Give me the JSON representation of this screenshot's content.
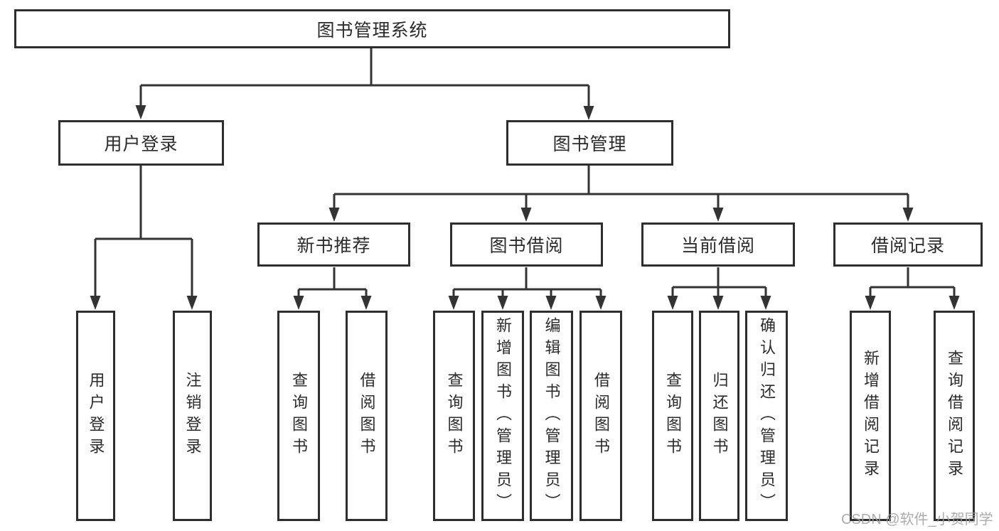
{
  "title": "图书管理系统",
  "level2": [
    "用户登录",
    "图书管理"
  ],
  "level3": [
    "新书推荐",
    "图书借阅",
    "当前借阅",
    "借阅记录"
  ],
  "leaves": {
    "user_login": [
      "用户登录",
      "注销登录"
    ],
    "new_books": [
      "查询图书",
      "借阅图书"
    ],
    "book_borrow": [
      "查询图书",
      "新增图书（管理员）",
      "编辑图书（管理员）",
      "借阅图书"
    ],
    "current_borrow": [
      "查询图书",
      "归还图书",
      "确认归还（管理员）"
    ],
    "borrow_records": [
      "新增借阅记录",
      "查询借阅记录"
    ]
  },
  "watermark": "CSDN @软件_小贺同学",
  "colors": {
    "line": "#333333",
    "box_border": "#2e2e2e",
    "text": "#2b2b2b",
    "watermark": "#9e9e9e",
    "background": "#ffffff"
  }
}
